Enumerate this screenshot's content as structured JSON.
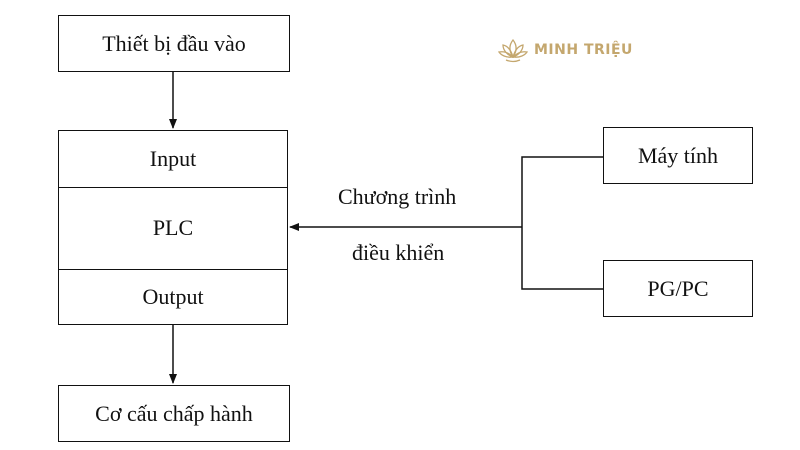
{
  "diagram": {
    "input_device": "Thiết bị đầu vào",
    "plc_input": "Input",
    "plc_core": "PLC",
    "plc_output": "Output",
    "actuator": "Cơ cấu chấp hành",
    "program_line1": "Chương trình",
    "program_line2": "điều khiển",
    "computer": "Máy tính",
    "pgpc": "PG/PC"
  },
  "logo": {
    "text": "MINH TRIỆU",
    "icon": "lotus-icon",
    "color": "#c4a76e"
  }
}
